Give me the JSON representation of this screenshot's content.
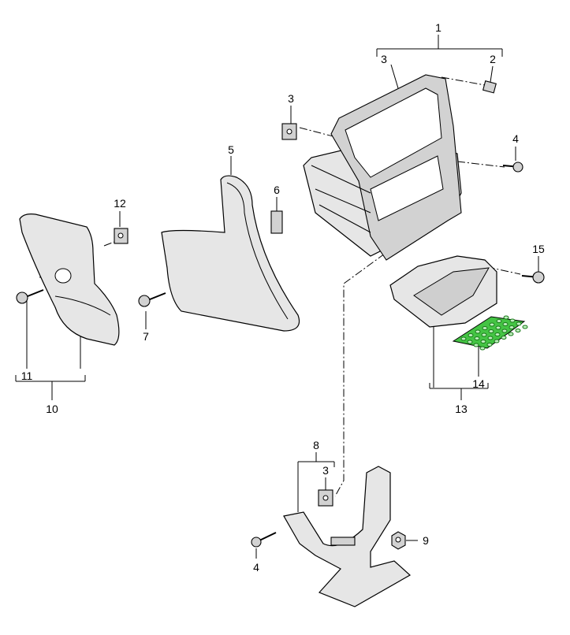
{
  "diagram": {
    "callouts": [
      {
        "id": "1",
        "label": "1"
      },
      {
        "id": "3a",
        "label": "3"
      },
      {
        "id": "2",
        "label": "2"
      },
      {
        "id": "3b",
        "label": "3"
      },
      {
        "id": "4a",
        "label": "4"
      },
      {
        "id": "5",
        "label": "5"
      },
      {
        "id": "6",
        "label": "6"
      },
      {
        "id": "12",
        "label": "12"
      },
      {
        "id": "15",
        "label": "15"
      },
      {
        "id": "7",
        "label": "7"
      },
      {
        "id": "11",
        "label": "11"
      },
      {
        "id": "10",
        "label": "10"
      },
      {
        "id": "14",
        "label": "14"
      },
      {
        "id": "13",
        "label": "13"
      },
      {
        "id": "8",
        "label": "8"
      },
      {
        "id": "3c",
        "label": "3"
      },
      {
        "id": "9",
        "label": "9"
      },
      {
        "id": "4b",
        "label": "4"
      }
    ],
    "colors": {
      "mat": "#44c444",
      "part": "#e6e6e6"
    }
  }
}
